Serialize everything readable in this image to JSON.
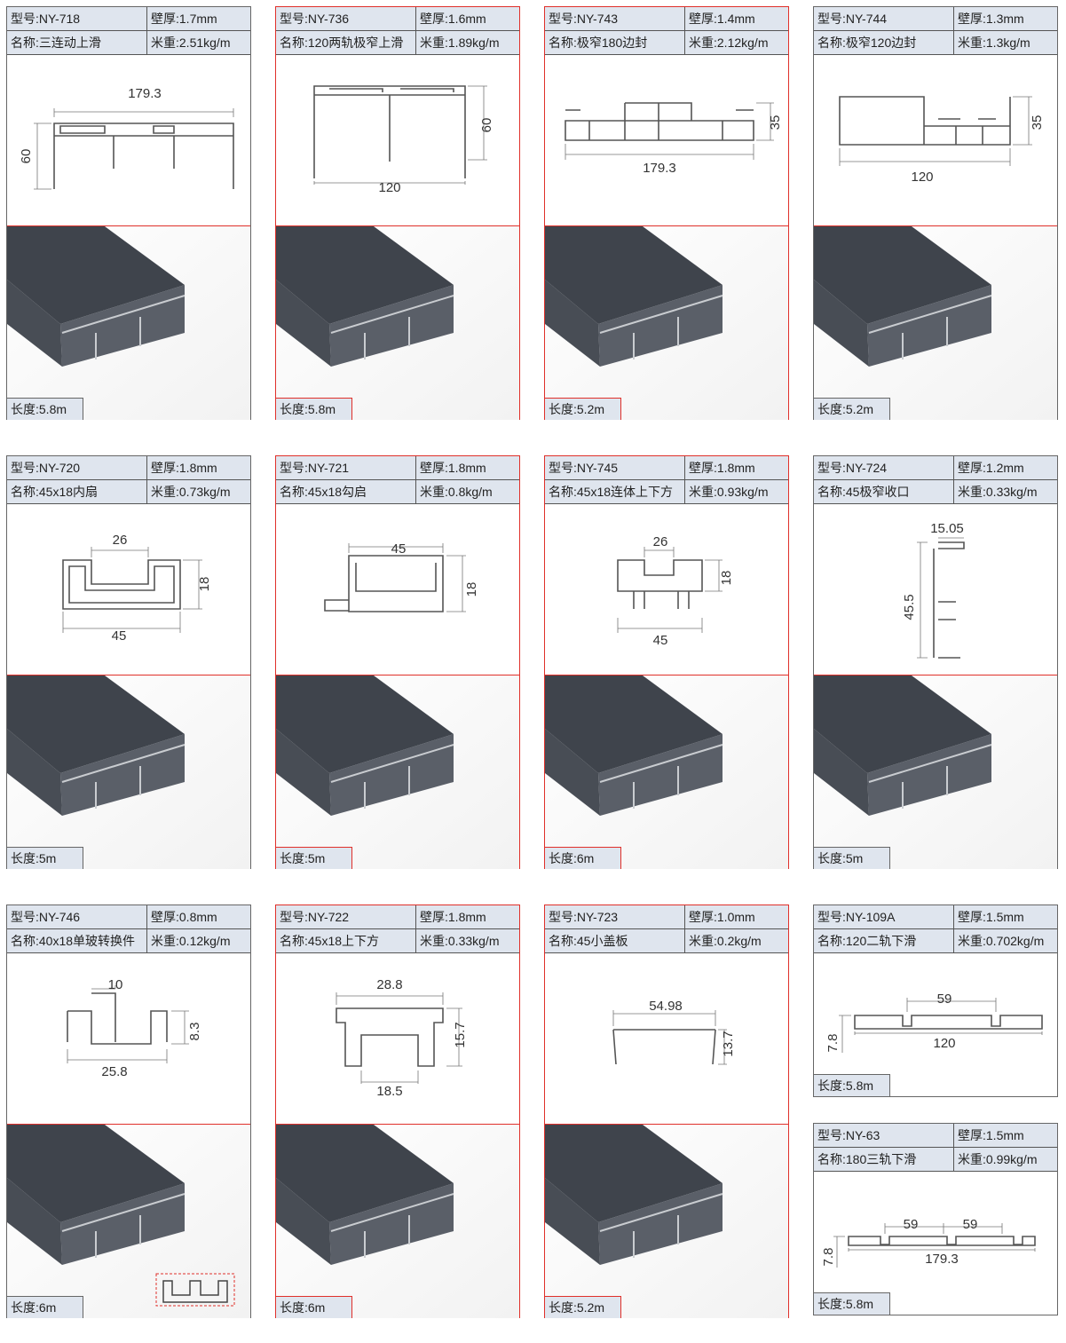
{
  "colors": {
    "header_bg": "#dfe5ee",
    "border_gray": "#666666",
    "border_red": "#e0302a",
    "profile": "#4a4f57"
  },
  "products": [
    {
      "model": "型号:NY-718",
      "thickness": "壁厚:1.7mm",
      "name": "名称:三连动上滑",
      "weight": "米重:2.51kg/m",
      "length": "长度:5.8m",
      "dims": [
        "179.3",
        "60"
      ]
    },
    {
      "model": "型号:NY-736",
      "thickness": "壁厚:1.6mm",
      "name": "名称:120两轨极窄上滑",
      "weight": "米重:1.89kg/m",
      "length": "长度:5.8m",
      "dims": [
        "60",
        "120"
      ]
    },
    {
      "model": "型号:NY-743",
      "thickness": "壁厚:1.4mm",
      "name": "名称:极窄180边封",
      "weight": "米重:2.12kg/m",
      "length": "长度:5.2m",
      "dims": [
        "35",
        "179.3"
      ]
    },
    {
      "model": "型号:NY-744",
      "thickness": "壁厚:1.3mm",
      "name": "名称:极窄120边封",
      "weight": "米重:1.3kg/m",
      "length": "长度:5.2m",
      "dims": [
        "35",
        "120"
      ]
    },
    {
      "model": "型号:NY-720",
      "thickness": "壁厚:1.8mm",
      "name": "名称:45x18内扇",
      "weight": "米重:0.73kg/m",
      "length": "长度:5m",
      "dims": [
        "26",
        "18",
        "45"
      ]
    },
    {
      "model": "型号:NY-721",
      "thickness": "壁厚:1.8mm",
      "name": "名称:45x18勾启",
      "weight": "米重:0.8kg/m",
      "length": "长度:5m",
      "dims": [
        "45",
        "18"
      ]
    },
    {
      "model": "型号:NY-745",
      "thickness": "壁厚:1.8mm",
      "name": "名称:45x18连体上下方",
      "weight": "米重:0.93kg/m",
      "length": "长度:6m",
      "dims": [
        "26",
        "18",
        "45"
      ]
    },
    {
      "model": "型号:NY-724",
      "thickness": "壁厚:1.2mm",
      "name": "名称:45极窄收口",
      "weight": "米重:0.33kg/m",
      "length": "长度:5m",
      "dims": [
        "15.05",
        "45.5"
      ]
    },
    {
      "model": "型号:NY-746",
      "thickness": "壁厚:0.8mm",
      "name": "名称:40x18单玻转换件",
      "weight": "米重:0.12kg/m",
      "length": "长度:6m",
      "dims": [
        "10",
        "8.3",
        "25.8"
      ]
    },
    {
      "model": "型号:NY-722",
      "thickness": "壁厚:1.8mm",
      "name": "名称:45x18上下方",
      "weight": "米重:0.33kg/m",
      "length": "长度:6m",
      "dims": [
        "28.8",
        "15.7",
        "18.5"
      ]
    },
    {
      "model": "型号:NY-723",
      "thickness": "壁厚:1.0mm",
      "name": "名称:45小盖板",
      "weight": "米重:0.2kg/m",
      "length": "长度:5.2m",
      "dims": [
        "54.98",
        "13.7"
      ]
    },
    {
      "model": "型号:NY-109A",
      "thickness": "壁厚:1.5mm",
      "name": "名称:120二轨下滑",
      "weight": "米重:0.702kg/m",
      "length": "长度:5.8m",
      "dims": [
        "59",
        "120",
        "7.8"
      ]
    },
    {
      "model": "型号:NY-63",
      "thickness": "壁厚:1.5mm",
      "name": "名称:180三轨下滑",
      "weight": "米重:0.99kg/m",
      "length": "长度:5.8m",
      "dims": [
        "59",
        "59",
        "179.3",
        "7.8"
      ]
    }
  ]
}
